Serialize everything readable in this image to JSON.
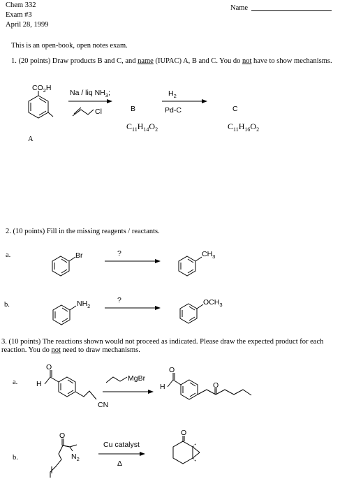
{
  "header": {
    "course": "Chem 332",
    "exam": "Exam #3",
    "date": "April 28, 1999",
    "name_label": "Name"
  },
  "intro": "This is an open-book, open notes exam.",
  "q1": {
    "pre": "1.  (20 points) Draw products B and C, and ",
    "name_word": "name",
    "mid": "  (IUPAC) A, B and C. You do ",
    "not_word": "not",
    "post": " have to show mechanisms.",
    "substituent_a": "CO",
    "substituent_a_sub": "2",
    "substituent_a_tail": "H",
    "reagent1": "Na / liq NH",
    "reagent1_sub": "3",
    "reagent1_tail": ";",
    "reagent1b": "Cl",
    "label_a": "A",
    "label_b": "B",
    "label_c": "C",
    "reagent2": "H",
    "reagent2_sub": "2",
    "reagent2b": "Pd-C",
    "formula_b": [
      "C",
      "11",
      "H",
      "14",
      "O",
      "2"
    ],
    "formula_c": [
      "C",
      "11",
      "H",
      "16",
      "O",
      "2"
    ]
  },
  "q2": {
    "heading": "2.  (10 points)  Fill in the missing reagents / reactants.",
    "a_label": "a.",
    "a_sub_start": "Br",
    "a_reagent": "?",
    "a_sub_end": "CH",
    "a_sub_end_sub": "3",
    "b_label": "b.",
    "b_sub_start": "NH",
    "b_sub_start_sub": "2",
    "b_reagent": "?",
    "b_sub_end": "OCH",
    "b_sub_end_sub": "3"
  },
  "q3": {
    "pre": "3.  (10 points)  The reactions shown would not proceed as indicated.  Please draw the expected product for each reaction. You do ",
    "not_word": "not",
    "post": " need to draw mechanisms.",
    "a_label": "a.",
    "a_O1": "O",
    "a_H1": "H",
    "a_CN": "CN",
    "a_reagent": "MgBr",
    "a_O2": "O",
    "a_H2": "H",
    "b_label": "b.",
    "b_O1": "O",
    "b_N2": "N",
    "b_N2_sub": "2",
    "b_reagent": "Cu catalyst",
    "b_delta": "Δ",
    "b_O2": "O"
  }
}
